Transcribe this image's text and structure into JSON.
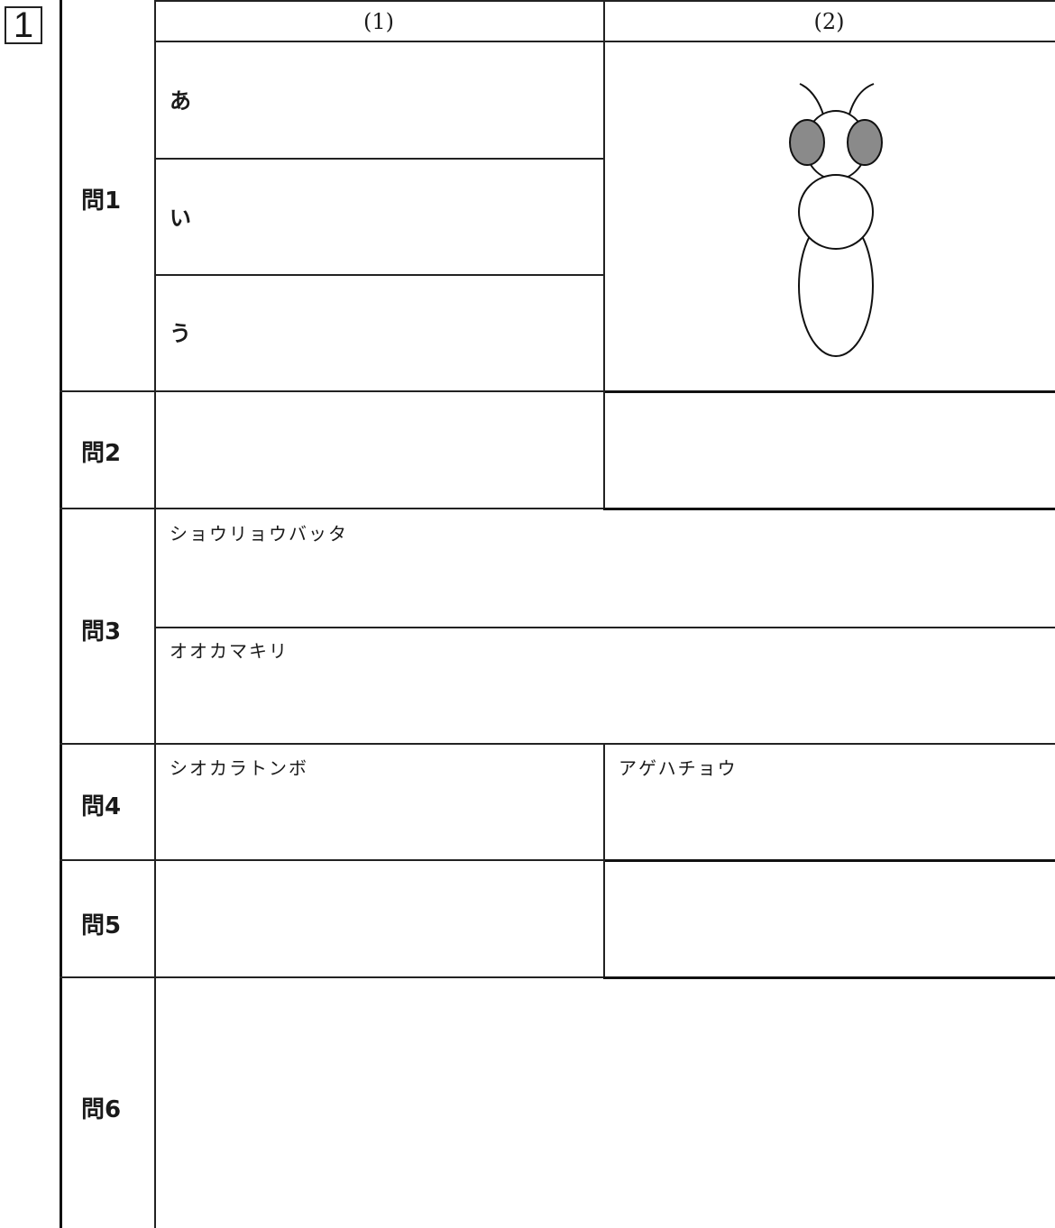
{
  "question_number": "1",
  "columns": {
    "col1": "(1)",
    "col2": "(2)"
  },
  "q1": {
    "label": "問1",
    "rows": [
      "あ",
      "い",
      "う"
    ],
    "drawing_icon": "insect-body-outline"
  },
  "q2": {
    "label": "問2"
  },
  "q3": {
    "label": "問3",
    "items": [
      "ショウリョウバッタ",
      "オオカマキリ"
    ]
  },
  "q4": {
    "label": "問4",
    "items": [
      "シオカラトンボ",
      "アゲハチョウ"
    ]
  },
  "q5": {
    "label": "問5"
  },
  "q6": {
    "label": "問6"
  },
  "colors": {
    "line": "#222222",
    "eye_fill": "#8a8a8a"
  }
}
